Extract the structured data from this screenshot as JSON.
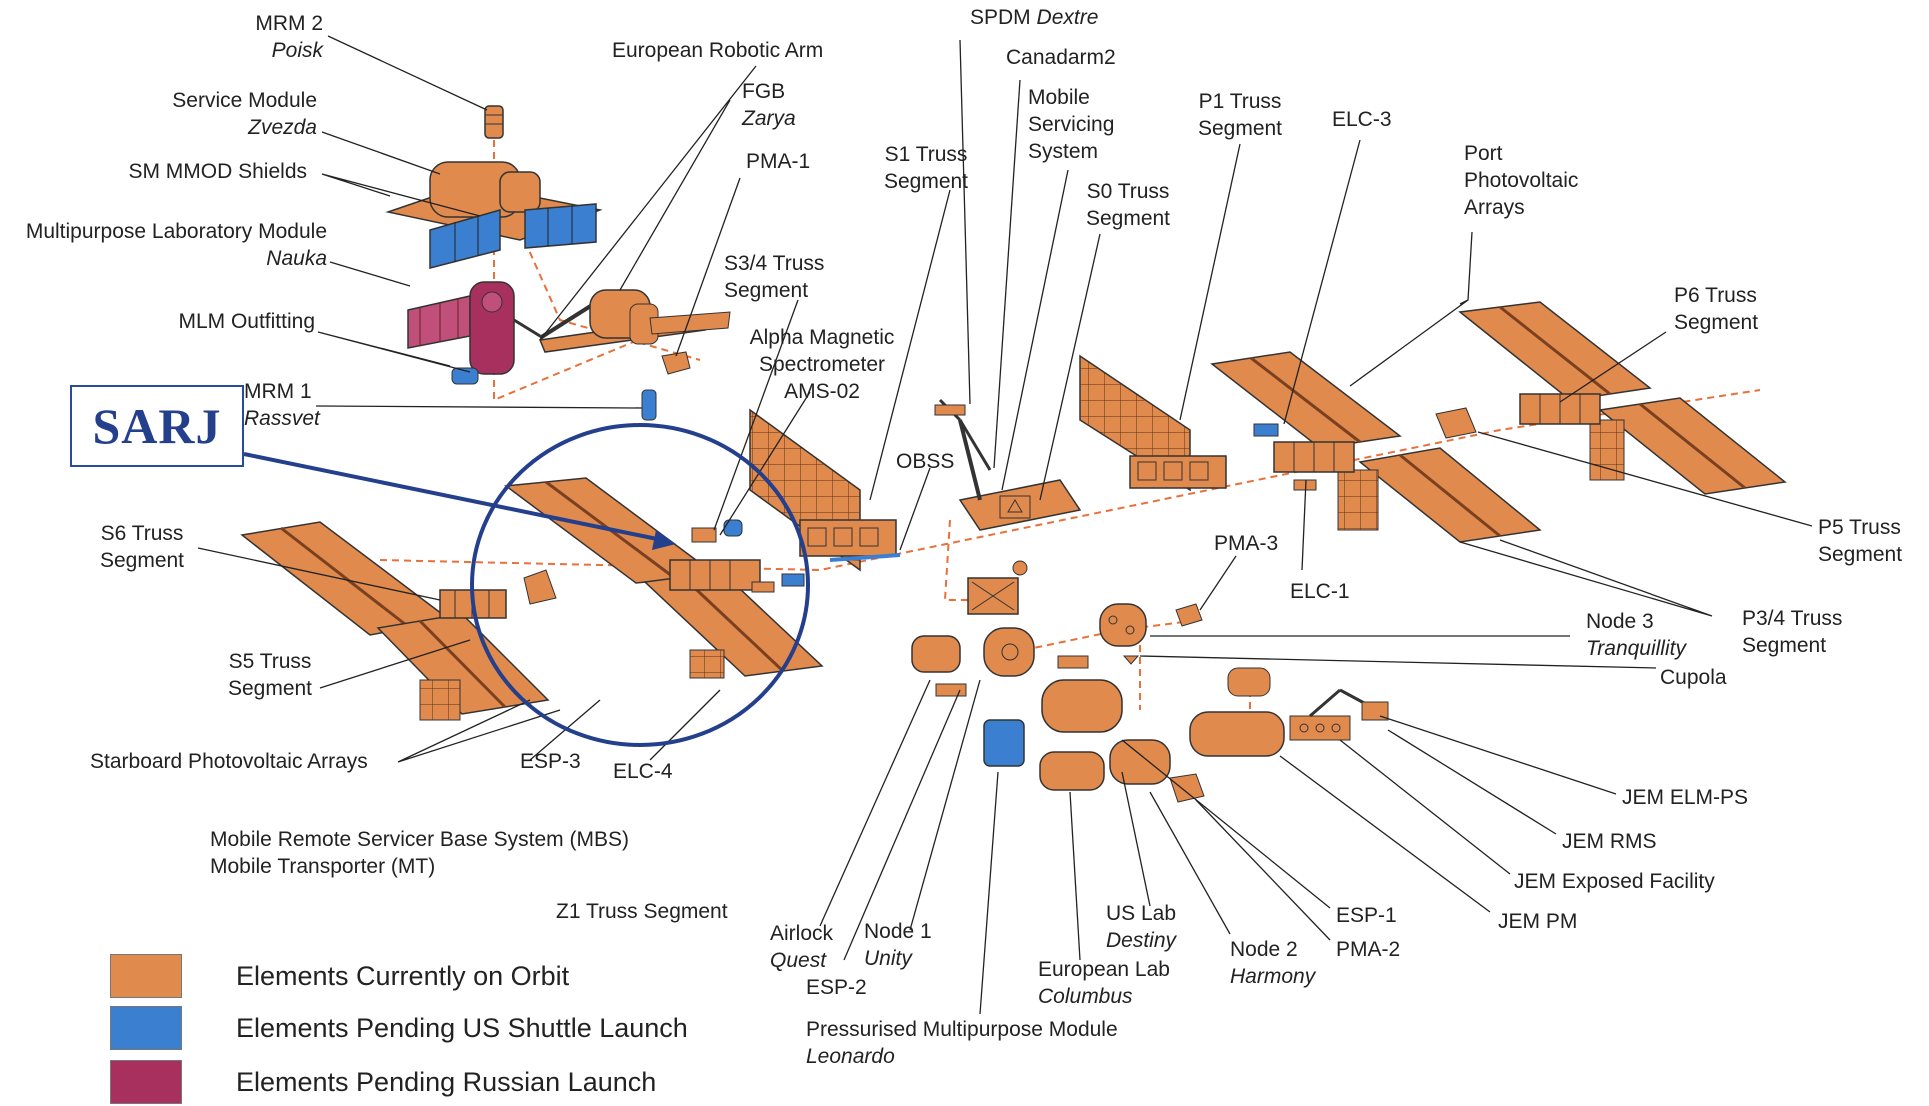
{
  "labels": {
    "mrm2": {
      "name": "MRM 2",
      "italic": "Poisk"
    },
    "service_module": {
      "name": "Service Module",
      "italic": "Zvezda"
    },
    "sm_mmod": {
      "name": "SM MMOD Shields"
    },
    "mlm": {
      "name": "Multipurpose Laboratory Module",
      "italic": "Nauka"
    },
    "mlm_outfitting": {
      "name": "MLM Outfitting"
    },
    "mrm1": {
      "name": "MRM 1",
      "italic": "Rassvet"
    },
    "s6": {
      "line1": "S6 Truss",
      "line2": "Segment"
    },
    "s5": {
      "line1": "S5 Truss",
      "line2": "Segment"
    },
    "starboard_pv": {
      "name": "Starboard Photovoltaic Arrays"
    },
    "esp3": {
      "name": "ESP-3"
    },
    "elc4": {
      "name": "ELC-4"
    },
    "mbs": {
      "line1": "Mobile Remote Servicer Base System (MBS)",
      "line2": "Mobile Transporter (MT)"
    },
    "z1": {
      "name": "Z1 Truss Segment"
    },
    "era": {
      "name": "European Robotic Arm"
    },
    "fgb": {
      "name": "FGB",
      "italic": "Zarya"
    },
    "pma1": {
      "name": "PMA-1"
    },
    "s34": {
      "line1": "S3/4 Truss",
      "line2": "Segment"
    },
    "ams": {
      "line1": "Alpha Magnetic",
      "line2": "Spectrometer",
      "line3": "AMS-02"
    },
    "spdm": {
      "name": "SPDM",
      "italic": "Dextre"
    },
    "canadarm2": {
      "name": "Canadarm2"
    },
    "mss": {
      "line1": "Mobile",
      "line2": "Servicing",
      "line3": "System"
    },
    "s1": {
      "line1": "S1 Truss",
      "line2": "Segment"
    },
    "s0": {
      "line1": "S0 Truss",
      "line2": "Segment"
    },
    "obss": {
      "name": "OBSS"
    },
    "p1": {
      "line1": "P1 Truss",
      "line2": "Segment"
    },
    "elc3": {
      "name": "ELC-3"
    },
    "port_pv": {
      "line1": "Port",
      "line2": "Photovoltaic",
      "line3": "Arrays"
    },
    "p6": {
      "line1": "P6 Truss",
      "line2": "Segment"
    },
    "p5": {
      "line1": "P5 Truss",
      "line2": "Segment"
    },
    "p34": {
      "line1": "P3/4 Truss",
      "line2": "Segment"
    },
    "pma3": {
      "name": "PMA-3"
    },
    "elc1": {
      "name": "ELC-1"
    },
    "node3": {
      "name": "Node 3",
      "italic": "Tranquillity"
    },
    "cupola": {
      "name": "Cupola"
    },
    "jem_elm_ps": {
      "name": "JEM ELM-PS"
    },
    "jem_rms": {
      "name": "JEM RMS"
    },
    "jem_ef": {
      "name": "JEM Exposed Facility"
    },
    "jem_pm": {
      "name": "JEM PM"
    },
    "esp1": {
      "name": "ESP-1"
    },
    "pma2": {
      "name": "PMA-2"
    },
    "node2": {
      "name": "Node 2",
      "italic": "Harmony"
    },
    "us_lab": {
      "name": "US Lab",
      "italic": "Destiny"
    },
    "euro_lab": {
      "name": "European Lab",
      "italic": "Columbus"
    },
    "pmm": {
      "name": "Pressurised Multipurpose Module",
      "italic": "Leonardo"
    },
    "node1": {
      "name": "Node 1",
      "italic": "Unity"
    },
    "airlock": {
      "name": "Airlock",
      "italic": "Quest"
    },
    "esp2": {
      "name": "ESP-2"
    }
  },
  "sarj": {
    "label": "SARJ",
    "color": "#243f8c"
  },
  "legend": [
    {
      "label": "Elements Currently on Orbit",
      "color": "#e08a4e"
    },
    {
      "label": "Elements Pending US Shuttle Launch",
      "color": "#3b7fd0"
    },
    {
      "label": "Elements Pending Russian Launch",
      "color": "#a8305e"
    }
  ]
}
